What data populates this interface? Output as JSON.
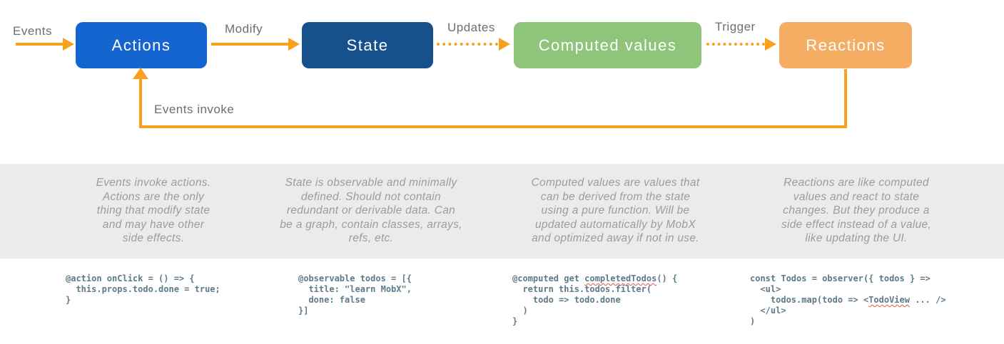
{
  "diagram": {
    "arrow_color": "#f9a11d",
    "nodes": [
      {
        "label": "Actions",
        "color": "#1565d1"
      },
      {
        "label": "State",
        "color": "#16508d"
      },
      {
        "label": "Computed values",
        "color": "#8fc47b"
      },
      {
        "label": "Reactions",
        "color": "#f4ad62"
      }
    ],
    "edge_labels": {
      "events": "Events",
      "modify": "Modify",
      "updates": "Updates",
      "trigger": "Trigger",
      "events_invoke": "Events invoke"
    }
  },
  "band": {
    "background": "#ebebeb",
    "descriptions": [
      "Events invoke actions.\nActions are the only\nthing that modify state\nand may have other\nside effects.",
      "State is observable and minimally\ndefined. Should not contain\nredundant or derivable data. Can\nbe a graph, contain classes, arrays,\nrefs, etc.",
      "Computed values are values that\ncan be derived from the state\nusing a pure function. Will be\nupdated automatically by MobX\nand optimized away if not in use.",
      "Reactions are like computed\nvalues and react to state\nchanges. But they produce a\nside effect instead of a value,\nlike updating the UI."
    ]
  },
  "code_blocks": [
    {
      "before": "@action onClick = () => {\n  this.props.todo.done = true;\n}",
      "squiggle": "",
      "after": ""
    },
    {
      "before": "@observable todos = [{\n  title: \"learn MobX\",\n  done: false\n}]",
      "squiggle": "",
      "after": ""
    },
    {
      "before": "@computed get ",
      "squiggle": "completedTodos",
      "after": "() {\n  return this.todos.filter(\n    todo => todo.done\n  )\n}"
    },
    {
      "before": "const Todos = observer({ todos } =>\n  <ul>\n    todos.map(todo => <",
      "squiggle": "TodoView",
      "after": " ... />\n  </ul>\n)"
    }
  ]
}
